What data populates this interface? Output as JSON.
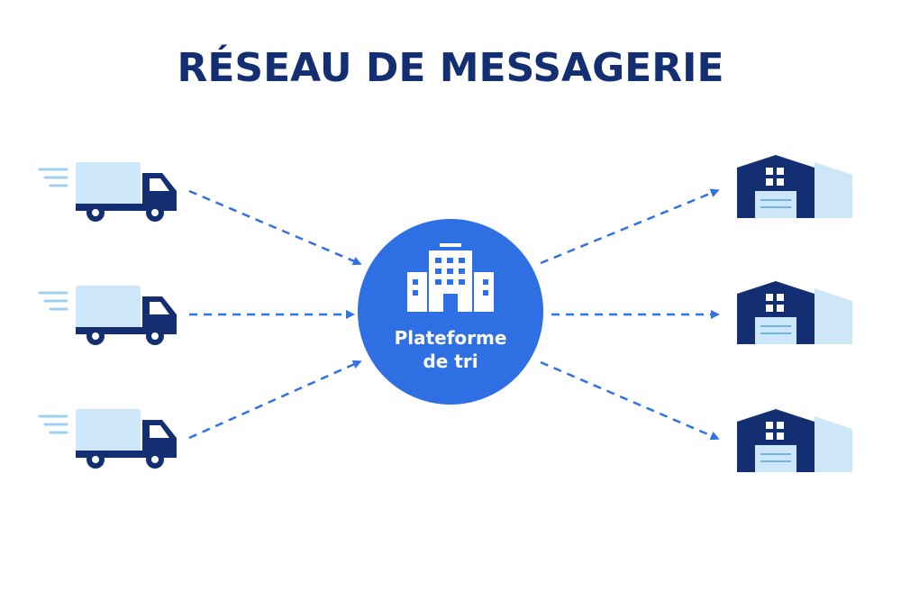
{
  "title": "RÉSEAU DE MESSAGERIE",
  "hub": {
    "label_line1": "Plateforme",
    "label_line2": "de tri",
    "icon": "office-building-icon"
  },
  "senders": {
    "count": 3,
    "icon": "delivery-truck-icon"
  },
  "receivers": {
    "count": 3,
    "icon": "warehouse-icon"
  },
  "colors": {
    "navy": "#142e72",
    "accent": "#2f6fe4",
    "light_blue": "#cde6f8",
    "arrow": "#3272e0"
  }
}
